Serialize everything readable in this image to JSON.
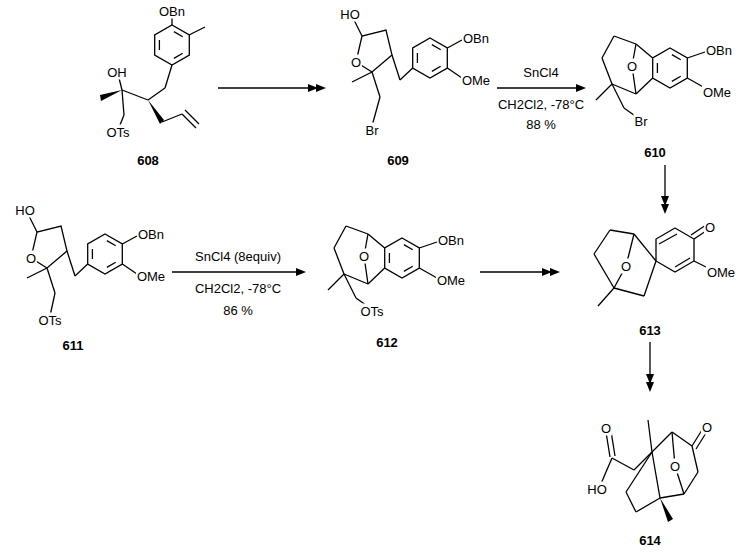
{
  "diagram": {
    "labels": [
      "OBn",
      "OH",
      "OTs",
      "608",
      "HO",
      "O",
      "OBn",
      "OMe",
      "Br",
      "609",
      "SnCl4",
      "CH2Cl2, -78°C",
      "88 %",
      "O",
      "OBn",
      "OMe",
      "Br",
      "610",
      "HO",
      "O",
      "OBn",
      "OMe",
      "OTs",
      "611",
      "SnCl4 (8equiv)",
      "CH2Cl2, -78°C",
      "86 %",
      "O",
      "OBn",
      "OMe",
      "OTs",
      "612",
      "O",
      "O",
      "OMe",
      "613",
      "O",
      "HO",
      "O",
      "O",
      "614"
    ]
  }
}
